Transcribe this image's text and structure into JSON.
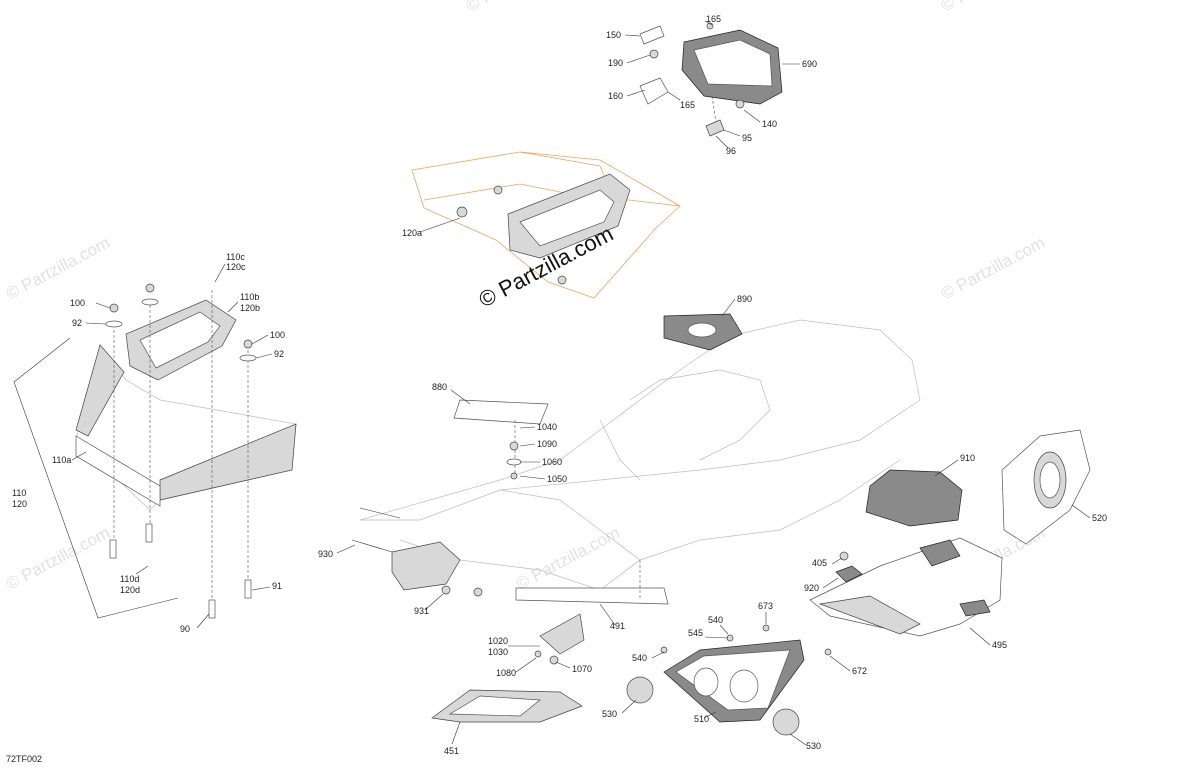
{
  "watermarks": {
    "main": "© Partzilla.com",
    "repeated": "© Partzilla.com"
  },
  "figure_code": "72TF002",
  "callouts": {
    "c150": "150",
    "c165a": "165",
    "c190": "190",
    "c690": "690",
    "c160": "160",
    "c165b": "165",
    "c140": "140",
    "c95": "95",
    "c96": "96",
    "c120a": "120a",
    "c110c": "110c",
    "c120c": "120c",
    "c110b": "110b",
    "c120b": "120b",
    "c100a": "100",
    "c92a": "92",
    "c100b": "100",
    "c92b": "92",
    "c110a": "110a",
    "c110": "110",
    "c120": "120",
    "c110d": "110d",
    "c120d": "120d",
    "c91": "91",
    "c90": "90",
    "c890": "890",
    "c880": "880",
    "c1040": "1040",
    "c1090": "1090",
    "c1060": "1060",
    "c1050": "1050",
    "c910": "910",
    "c520": "520",
    "c930": "930",
    "c931": "931",
    "c491": "491",
    "c405": "405",
    "c920": "920",
    "c495": "495",
    "c673": "673",
    "c672": "672",
    "c540a": "540",
    "c545": "545",
    "c540b": "540",
    "c1020": "1020",
    "c1030": "1030",
    "c1080": "1080",
    "c1070": "1070",
    "c530a": "530",
    "c510": "510",
    "c530b": "530",
    "c451": "451"
  }
}
